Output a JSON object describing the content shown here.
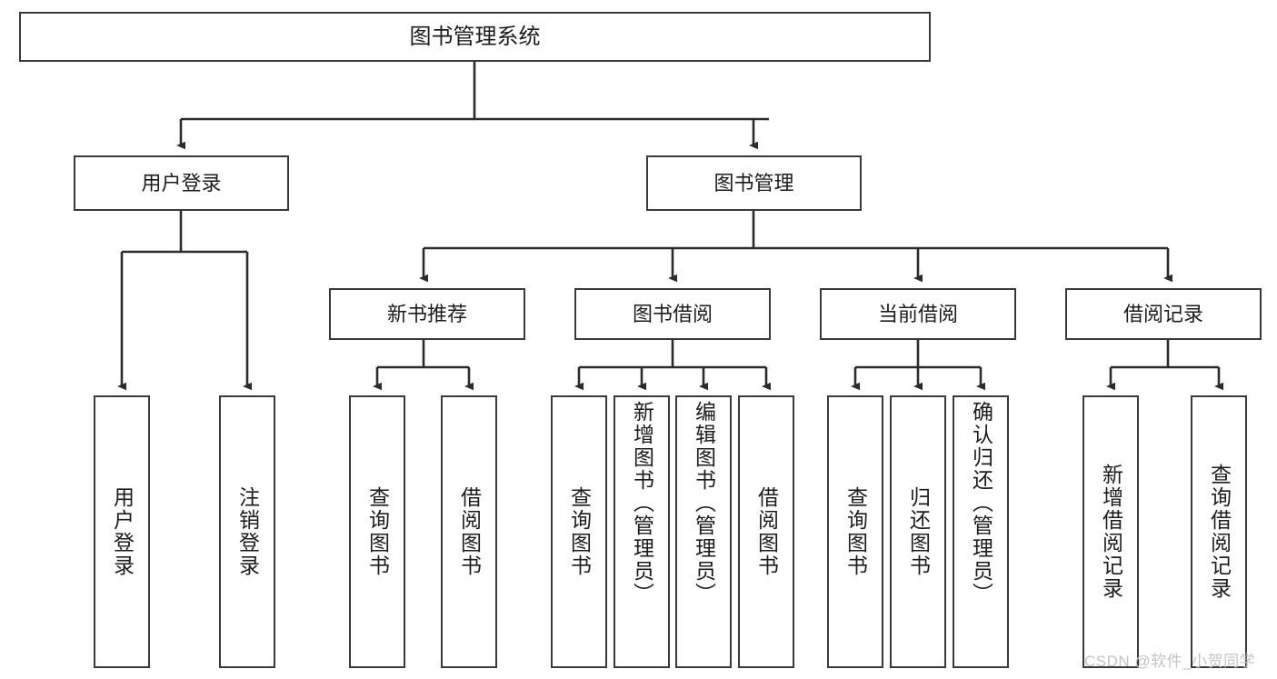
{
  "diagram": {
    "type": "tree-hierarchy",
    "title": "图书管理系统",
    "root": {
      "label": "图书管理系统"
    },
    "level2": [
      {
        "id": "user-login",
        "label": "用户登录"
      },
      {
        "id": "book-manage",
        "label": "图书管理"
      }
    ],
    "level3": [
      {
        "id": "new-book-rec",
        "label": "新书推荐",
        "parent": "book-manage"
      },
      {
        "id": "book-borrow",
        "label": "图书借阅",
        "parent": "book-manage"
      },
      {
        "id": "current-borrow",
        "label": "当前借阅",
        "parent": "book-manage"
      },
      {
        "id": "borrow-record",
        "label": "借阅记录",
        "parent": "book-manage"
      }
    ],
    "leaves": [
      {
        "id": "leaf-user-login",
        "label": "用户登录",
        "parent": "user-login"
      },
      {
        "id": "leaf-logout",
        "label": "注销登录",
        "parent": "user-login"
      },
      {
        "id": "leaf-query-book-1",
        "label": "查询图书",
        "parent": "new-book-rec"
      },
      {
        "id": "leaf-borrow-book-1",
        "label": "借阅图书",
        "parent": "new-book-rec"
      },
      {
        "id": "leaf-query-book-2",
        "label": "查询图书",
        "parent": "book-borrow"
      },
      {
        "id": "leaf-add-book",
        "label": "新增图书（管理员）",
        "parent": "book-borrow"
      },
      {
        "id": "leaf-edit-book",
        "label": "编辑图书（管理员）",
        "parent": "book-borrow"
      },
      {
        "id": "leaf-borrow-book-2",
        "label": "借阅图书",
        "parent": "book-borrow"
      },
      {
        "id": "leaf-query-book-3",
        "label": "查询图书",
        "parent": "current-borrow"
      },
      {
        "id": "leaf-return-book",
        "label": "归还图书",
        "parent": "current-borrow"
      },
      {
        "id": "leaf-confirm-return",
        "label": "确认归还（管理员）",
        "parent": "current-borrow"
      },
      {
        "id": "leaf-add-record",
        "label": "新增借阅记录",
        "parent": "borrow-record"
      },
      {
        "id": "leaf-query-record",
        "label": "查询借阅记录",
        "parent": "borrow-record"
      }
    ],
    "colors": {
      "box_border": "#3a3a3a",
      "box_fill": "#ffffff",
      "connector": "#2b2b2b",
      "text": "#1c1c1c",
      "watermark": "#c4c4c4",
      "background": "#ffffff"
    }
  },
  "watermark": {
    "text": "CSDN @软件_小贺同学"
  }
}
